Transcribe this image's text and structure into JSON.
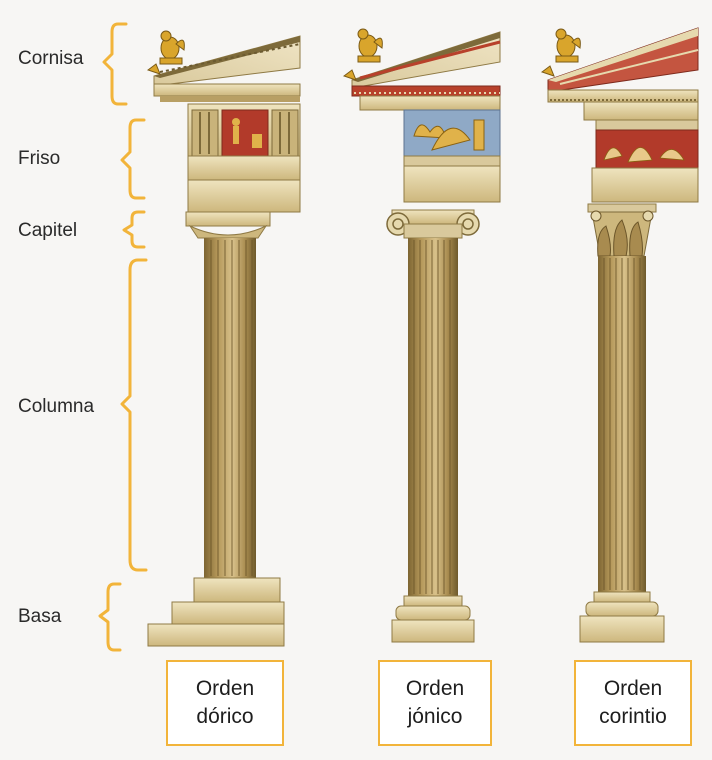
{
  "parts": [
    {
      "id": "cornisa",
      "label": "Cornisa"
    },
    {
      "id": "friso",
      "label": "Friso"
    },
    {
      "id": "capitel",
      "label": "Capitel"
    },
    {
      "id": "columna",
      "label": "Columna"
    },
    {
      "id": "basa",
      "label": "Basa"
    }
  ],
  "orders": [
    {
      "id": "doric",
      "line1": "Orden",
      "line2": "dórico"
    },
    {
      "id": "ionic",
      "line1": "Orden",
      "line2": "jónico"
    },
    {
      "id": "corinthian",
      "line1": "Orden",
      "line2": "corintio"
    }
  ],
  "colors": {
    "bracket": "#f2b43a",
    "stone_light": "#e6d9ae",
    "stone_mid": "#cdb77d",
    "stone_dark": "#8f7a45",
    "shaft_light": "#c8ad6e",
    "shaft_dark": "#7d6532",
    "roof_red": "#b8412b",
    "frieze_blue": "#8fa9c6",
    "frieze_red": "#b23a2a",
    "ornament_gold": "#d9a52c"
  }
}
